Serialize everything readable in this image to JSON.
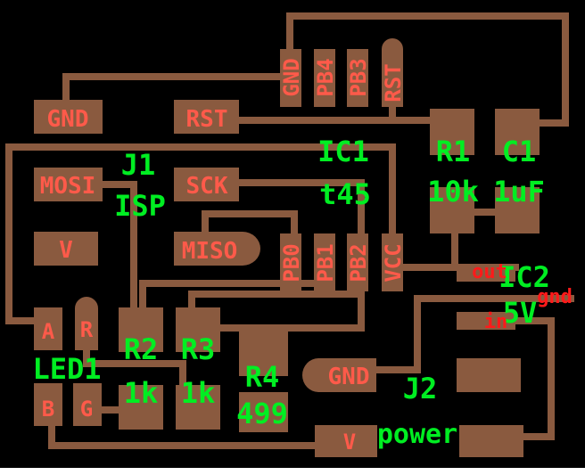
{
  "pad_labels": {
    "gnd_left": "GND",
    "rst": "RST",
    "mosi": "MOSI",
    "sck": "SCK",
    "v_isp": "V",
    "miso": "MISO",
    "led_a": "A",
    "led_r": "R",
    "led_b": "B",
    "led_g": "G",
    "gnd_power": "GND",
    "v_power": "V",
    "ic1_gnd": "GND",
    "ic1_pb4": "PB4",
    "ic1_pb3": "PB3",
    "ic1_rst": "RST",
    "ic1_pb0": "PB0",
    "ic1_pb1": "PB1",
    "ic1_pb2": "PB2",
    "ic1_vcc": "VCC",
    "ic2_out": "out",
    "ic2_gnd": "gnd",
    "ic2_in": "in"
  },
  "components": {
    "j1_ref": "J1",
    "j1_value": "ISP",
    "ic1_ref": "IC1",
    "ic1_value": "t45",
    "r1_ref": "R1",
    "r1_value": "10k",
    "c1_ref": "C1",
    "c1_value": "1uF",
    "ic2_ref": "IC2",
    "ic2_value": "5V",
    "r2_ref": "R2",
    "r2_value": "1k",
    "r3_ref": "R3",
    "r3_value": "1k",
    "r4_ref": "R4",
    "r4_value": "499",
    "led_ref": "LED1",
    "j2_ref": "J2",
    "j2_value": "power"
  },
  "colors": {
    "background": "#000000",
    "copper": "#8a5a3f",
    "pad_label": "#ff5a4a",
    "component_label": "#00ee22",
    "regulator_pin_label": "#ff1a1a"
  }
}
